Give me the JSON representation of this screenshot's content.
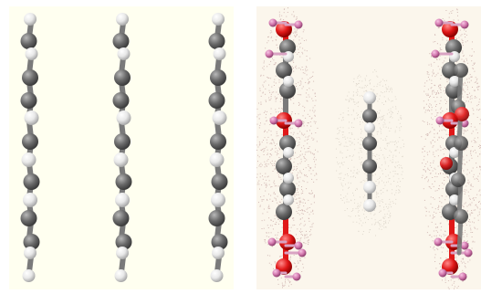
{
  "scene": {
    "panels": [
      {
        "id": "left",
        "background": "#fffff0",
        "description_kind": "ball-and-stick chains"
      },
      {
        "id": "right",
        "background": "#fbf6ec",
        "description_kind": "chains with dotted surfaces"
      }
    ],
    "colors": {
      "carbon": "#6a6a6a",
      "hydrogen": "#e8e8e8",
      "oxygen": "#e01818",
      "polar_h": "#d47ab0",
      "bond": "#7a7a7a",
      "surface_dots": "#b38a8a"
    }
  }
}
